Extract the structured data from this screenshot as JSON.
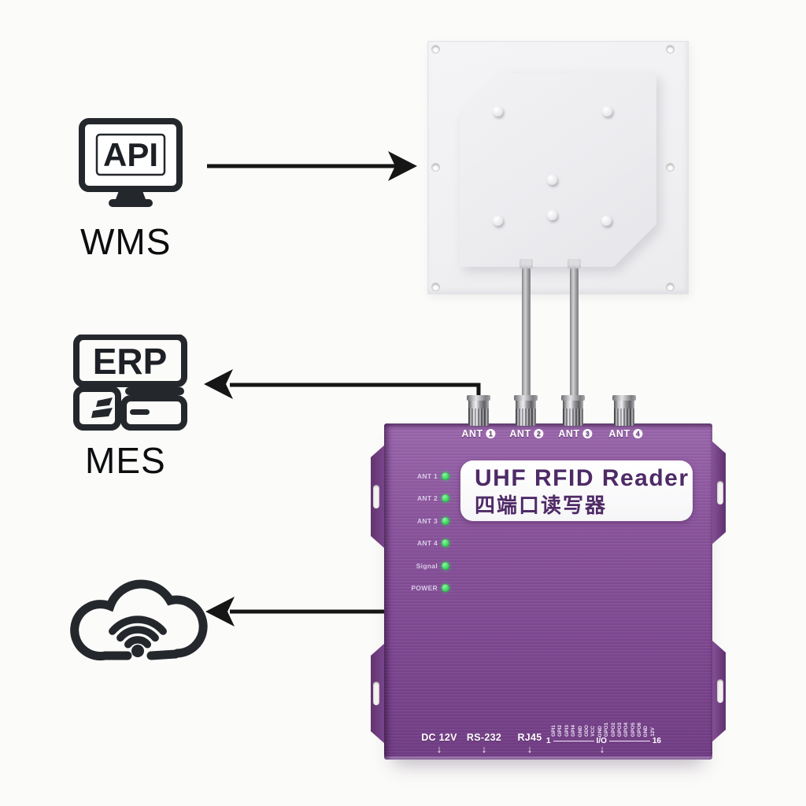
{
  "systems": {
    "wms": {
      "icon": "api-monitor-icon",
      "icon_text": "API",
      "caption": "WMS"
    },
    "mes": {
      "icon": "erp-system-icon",
      "icon_text": "ERP",
      "caption": "MES"
    },
    "cloud": {
      "icon": "cloud-wifi-icon"
    }
  },
  "reader": {
    "nameplate": {
      "title": "UHF RFID Reader",
      "subtitle": "四端口读写器"
    },
    "ant_ports": [
      {
        "name": "ANT",
        "num": "1"
      },
      {
        "name": "ANT",
        "num": "2"
      },
      {
        "name": "ANT",
        "num": "3"
      },
      {
        "name": "ANT",
        "num": "4"
      }
    ],
    "leds": [
      {
        "label": "ANT 1"
      },
      {
        "label": "ANT 2"
      },
      {
        "label": "ANT 3"
      },
      {
        "label": "ANT 4"
      },
      {
        "label": "Signal"
      },
      {
        "label": "POWER"
      }
    ],
    "bottom_ports": [
      {
        "label": "DC 12V"
      },
      {
        "label": "RS-232"
      },
      {
        "label": "RJ45"
      }
    ],
    "down_arrow": "↓",
    "io_block": {
      "start": "1",
      "center_label": "I/O",
      "end": "16",
      "pins": [
        "GPI1",
        "GPI2",
        "GPI3",
        "GPI4",
        "GND",
        "ODO",
        "VCC",
        "GND",
        "GPO1",
        "GPO2",
        "GPO3",
        "GPO4",
        "GPO5",
        "GPO6",
        "GND",
        "12V"
      ]
    }
  },
  "colors": {
    "reader_body_purple": "#7f4992",
    "nameplate_text": "#4e2a66",
    "led_green": "#3bd35c",
    "icon_dark": "#24272c",
    "arrow_black": "#161616",
    "antenna_panel": "#f2f2f4",
    "background": "#fbfbf9"
  }
}
